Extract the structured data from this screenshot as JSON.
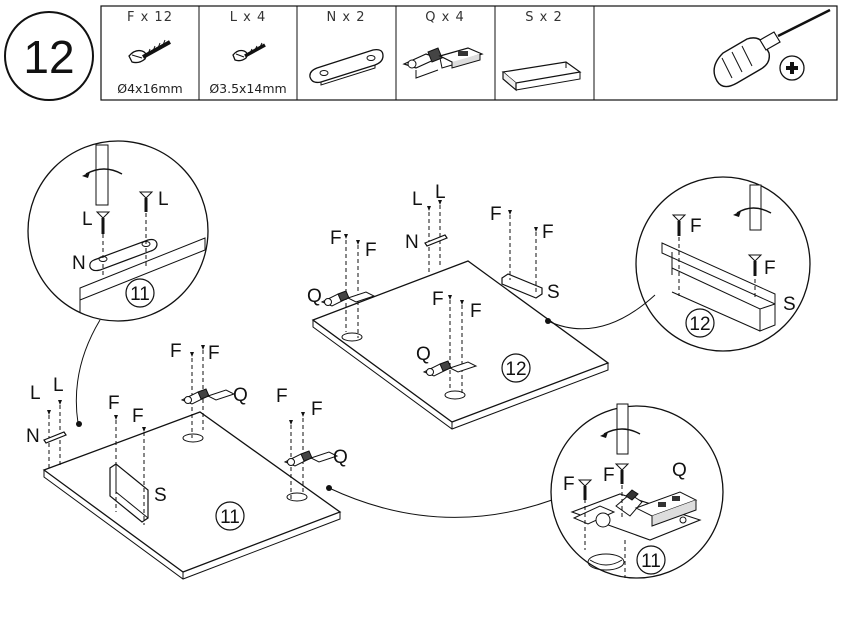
{
  "step_number": "12",
  "parts": [
    {
      "qty": "F x 12",
      "size": "Ø4x16mm",
      "icon": "screw-icon"
    },
    {
      "qty": "L x 4",
      "size": "Ø3.5x14mm",
      "icon": "screw-icon"
    },
    {
      "qty": "N x 2",
      "size": "",
      "icon": "connector-plate-icon"
    },
    {
      "qty": "Q x 4",
      "size": "",
      "icon": "hinge-icon"
    },
    {
      "qty": "S x 2",
      "size": "",
      "icon": "bracket-icon"
    }
  ],
  "tool": {
    "icon": "phillips-screwdriver-icon"
  },
  "panel_left": {
    "number": "11",
    "labels": {
      "f1": "F",
      "f2": "F",
      "f3": "F",
      "f4": "F",
      "f5": "F",
      "f6": "F",
      "l1": "L",
      "l2": "L",
      "n": "N",
      "q1": "Q",
      "q2": "Q",
      "s": "S"
    }
  },
  "panel_right": {
    "number": "12",
    "labels": {
      "f1": "F",
      "f2": "F",
      "f3": "F",
      "f4": "F",
      "f5": "F",
      "f6": "F",
      "l1": "L",
      "l2": "L",
      "n": "N",
      "q1": "Q",
      "q2": "Q",
      "s": "S"
    }
  },
  "detail_left": {
    "number": "11",
    "labels": {
      "l1": "L",
      "l2": "L",
      "n": "N"
    }
  },
  "detail_right": {
    "number": "12",
    "labels": {
      "f1": "F",
      "f2": "F",
      "s": "S"
    }
  },
  "detail_bottom": {
    "number": "11",
    "labels": {
      "f1": "F",
      "f2": "F",
      "q": "Q"
    }
  }
}
